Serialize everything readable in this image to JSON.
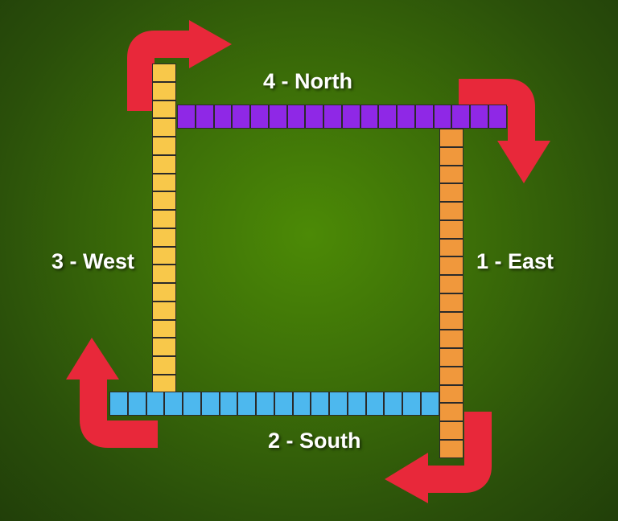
{
  "labels": {
    "east": "1 - East",
    "south": "2 - South",
    "west": "3 - West",
    "north": "4 - North"
  },
  "colors": {
    "east": "#f0983c",
    "south": "#4db8ee",
    "west": "#f8c84a",
    "north": "#8f28e6",
    "arrow": "#e8283a"
  },
  "segments": {
    "east": 18,
    "south": 18,
    "west": 18,
    "north": 18
  }
}
